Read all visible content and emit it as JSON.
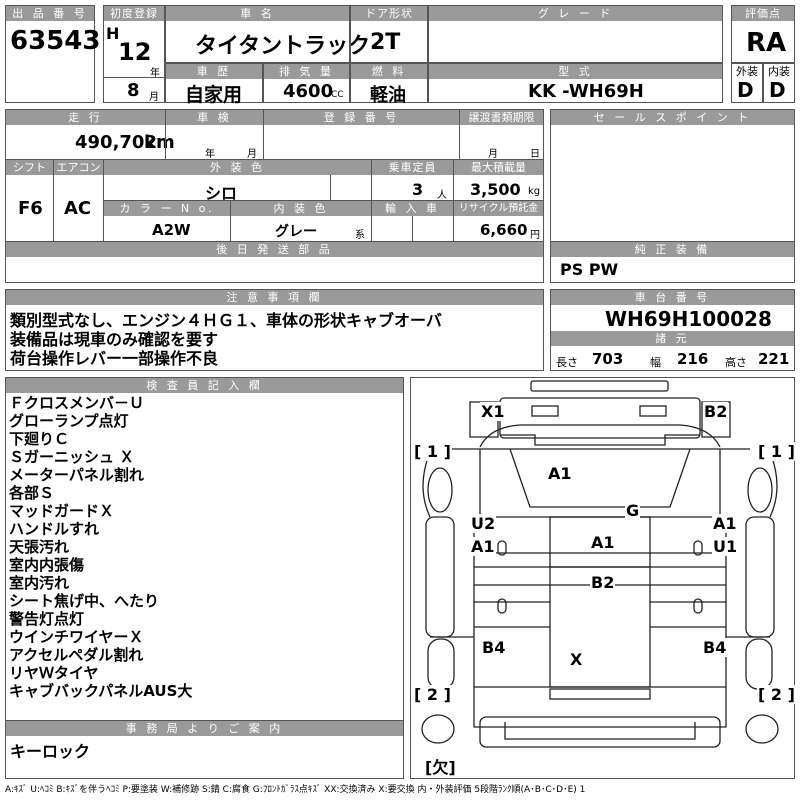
{
  "header": {
    "lot_label": "出 品 番 号",
    "lot_number": "63543",
    "first_reg_label": "初度登録",
    "era": "H",
    "year": "12",
    "year_unit": "年",
    "month": "8",
    "month_unit": "月",
    "car_name_label": "車  名",
    "car_name": "タイタントラック",
    "door_label": "ドア形状",
    "door": "2T",
    "grade_label": "グ レ ー ド",
    "grade": "",
    "score_label": "評価点",
    "score": "RA",
    "history_label": "車 歴",
    "history": "自家用",
    "displacement_label": "排 気 量",
    "displacement": "4600",
    "displacement_unit": "CC",
    "fuel_label": "燃 料",
    "fuel": "軽油",
    "model_label": "型 式",
    "model": "KK -WH69H",
    "exterior_label": "外装",
    "exterior_grade": "D",
    "interior_label": "内装",
    "interior_grade": "D"
  },
  "row2": {
    "mileage_label": "走 行",
    "mileage": "490,702",
    "mileage_unit": "km",
    "inspection_label": "車 検",
    "insp_year_unit": "年",
    "insp_month_unit": "月",
    "reg_no_label": "登 録 番 号",
    "transfer_label": "譲渡書類期限",
    "transfer_month_unit": "月",
    "transfer_day_unit": "日",
    "sales_point_label": "セ ー ル ス ポ イ ン ト",
    "shift_label": "シフト",
    "shift": "F6",
    "ac_label": "エアコン",
    "ac": "AC",
    "ext_color_label": "外 装 色",
    "ext_color": "シロ",
    "capacity_label": "乗車定員",
    "capacity": "3",
    "capacity_unit": "人",
    "max_load_label": "最大積載量",
    "max_load": "3,500",
    "max_load_unit": "kg",
    "color_no_label": "カ ラ ー N o.",
    "color_no": "A2W",
    "int_color_label": "内 装 色",
    "int_color": "グレー",
    "int_color_suffix": "系",
    "import_label": "輸 入 車",
    "recycle_label": "リサイクル預託金",
    "recycle": "6,660",
    "recycle_unit": "円",
    "later_parts_label": "後 日 発 送 部 品",
    "genuine_label": "純 正 装 備",
    "genuine": "PS PW"
  },
  "notes": {
    "label": "注 意 事 項 欄",
    "lines": [
      "類別型式なし、エンジン４ＨＧ１、車体の形状キャブオーバ",
      "装備品は現車のみ確認を要す",
      "荷台操作レバー一部操作不良"
    ]
  },
  "chassis": {
    "label": "車 台 番 号",
    "number": "WH69H100028",
    "dims_label": "諸 元",
    "length_label": "長さ",
    "length": "703",
    "width_label": "幅",
    "width": "216",
    "height_label": "高さ",
    "height": "221"
  },
  "inspector": {
    "label": "検 査 員 記 入 欄",
    "items": [
      "Ｆクロスメンバ－Ｕ",
      "グローランプ点灯",
      "下廻りＣ",
      "Ｓガーニッシュ Ｘ",
      "メーターパネル割れ",
      "各部Ｓ",
      "マッドガードＸ",
      "ハンドルすれ",
      "天張汚れ",
      "室内内張傷",
      "室内汚れ",
      "シート焦げ中、へたり",
      "警告灯点灯",
      "ウインチワイヤーＸ",
      "アクセルペダル割れ",
      "リヤＷタイヤ",
      "キャブバックパネルAUS大"
    ]
  },
  "office": {
    "label": "事 務 局 よ り ご 案 内",
    "text": "キーロック"
  },
  "diagram": {
    "marks": {
      "x1": "X1",
      "b2_top": "B2",
      "a1_cab": "A1",
      "g": "G",
      "u2": "U2",
      "a1_left": "A1",
      "a1_right": "A1",
      "u1": "U1",
      "a1_center": "A1",
      "b2_center": "B2",
      "b4_left": "B4",
      "b4_right": "B4",
      "x": "X"
    },
    "brackets": {
      "tl": "[ 1 ]",
      "tr": "[ 1 ]",
      "bl": "[ 2 ]",
      "br": "[ 2 ]",
      "spare": "[欠]"
    }
  },
  "legend": "A:ｷｽﾞ  U:ﾍｺﾐ  B:ｷｽﾞを伴うﾍｺﾐ  P:要塗装  W:補修跡  S:錆  C:腐食  G:ﾌﾛﾝﾄｶﾞﾗｽ点ｷｽﾞ  XX:交換済み  X:要交換   内・外装評価  5段階ﾗﾝｸ順(A･B･C･D･E)  1"
}
